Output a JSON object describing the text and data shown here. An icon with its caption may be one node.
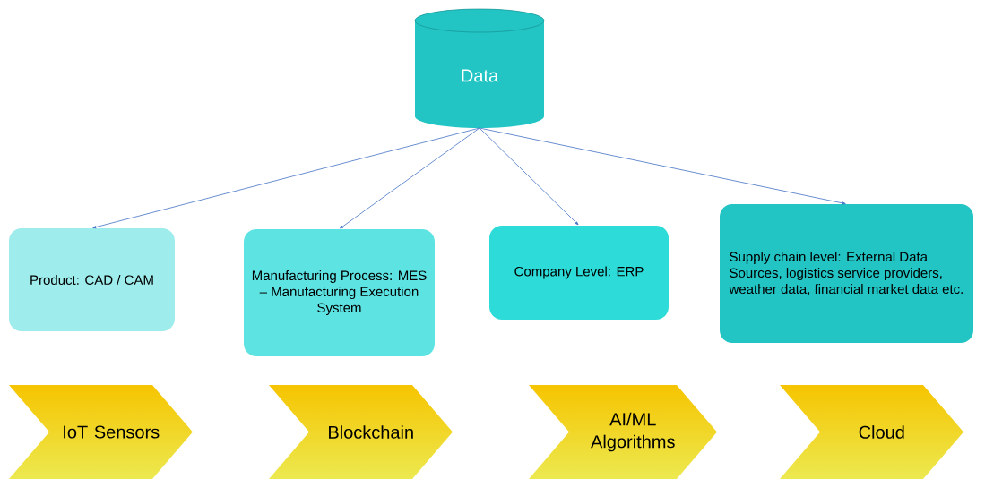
{
  "diagram": {
    "nodes": [
      {
        "text": [
          "Data"
        ]
      },
      {
        "text": [
          "Product: CAD / CAM"
        ]
      },
      {
        "text": [
          "Manufacturing Process: MES – Manufacturing Execution System"
        ]
      },
      {
        "text": [
          "Company Level: ERP"
        ]
      },
      {
        "text": [
          "Supply chain level: External Data Sources, logistics service providers, weather data, financial market data etc."
        ]
      },
      {
        "text": [
          "IoT Sensors"
        ]
      },
      {
        "text": [
          "Blockchain"
        ]
      },
      {
        "text": [
          "AI/ML Algorithms"
        ]
      },
      {
        "text": [
          "Cloud"
        ]
      }
    ],
    "edges": [
      {
        "from": 0,
        "to": 1,
        "arrow": "to"
      },
      {
        "from": 0,
        "to": 2,
        "arrow": "to"
      },
      {
        "from": 0,
        "to": 3,
        "arrow": "to"
      },
      {
        "from": 0,
        "to": 4,
        "arrow": "to"
      }
    ]
  }
}
